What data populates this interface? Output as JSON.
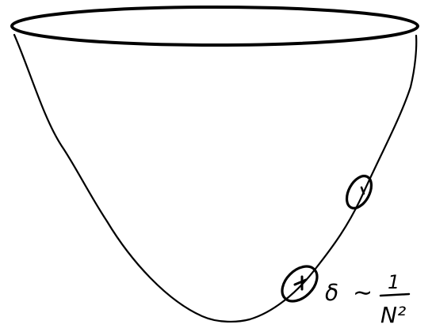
{
  "colors": {
    "ink": "#000000",
    "background": "#ffffff"
  },
  "annotation": {
    "symbol": "δ",
    "relation": "∼",
    "numerator": "1",
    "denominator": "N²"
  }
}
